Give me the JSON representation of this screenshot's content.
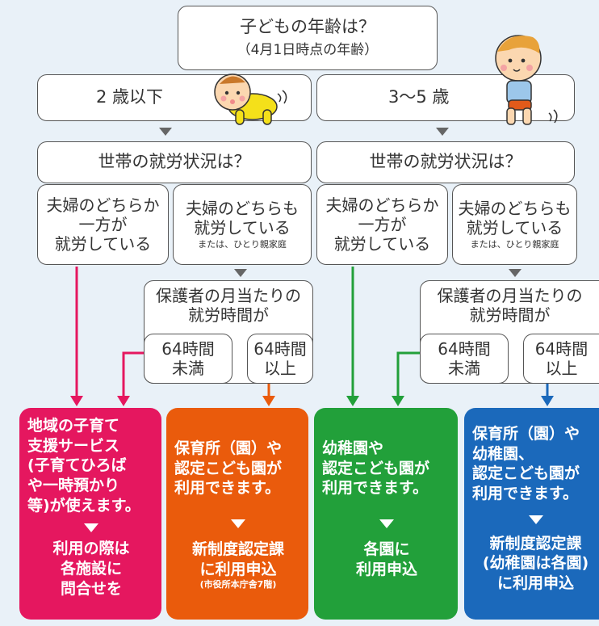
{
  "top": {
    "title": "子どもの年齢は？",
    "subtitle": "（4月1日時点の年齢）"
  },
  "age_left": "2 歳以下",
  "age_right": "3～5 歳",
  "work_question": "世帯の就労状況は？",
  "one_parent_lines": [
    "夫婦のどちらか",
    "一方が",
    "就労している"
  ],
  "both_parent_lines": [
    "夫婦のどちらも",
    "就労している"
  ],
  "single_parent_note": "または、ひとり親家庭",
  "monthly_lines": [
    "保護者の月当たりの",
    "就労時間が"
  ],
  "under64_lines": [
    "64時間",
    "未満"
  ],
  "over64_lines": [
    "64時間",
    "以上"
  ],
  "results": [
    {
      "main": [
        "地域の子育て",
        "支援サービス",
        "(子育てひろば",
        "や一時預かり",
        "等)が使えます。"
      ],
      "sub": [
        "利用の際は",
        "各施設に",
        "問合せを"
      ],
      "note": ""
    },
    {
      "main": [
        "保育所（園）や",
        "認定こども園が",
        "利用できます。"
      ],
      "sub": [
        "新制度認定課",
        "に利用申込"
      ],
      "note": "(市役所本庁舎7階)"
    },
    {
      "main": [
        "幼稚園や",
        "認定こども園が",
        "利用できます。"
      ],
      "sub": [
        "各園に",
        "利用申込"
      ],
      "note": ""
    },
    {
      "main": [
        "保育所（園）や",
        "幼稚園、",
        "認定こども園が",
        "利用できます。"
      ],
      "sub": [
        "新制度認定課",
        "(幼稚園は各園)",
        "に利用申込"
      ],
      "note": ""
    }
  ],
  "colors": {
    "pink": "#e5175f",
    "orange": "#ea5b0c",
    "green": "#22a03a",
    "blue": "#1b69bb",
    "background": "#e9f1f8"
  },
  "icons": [
    "crawling-baby-illustration",
    "walking-toddler-illustration"
  ]
}
